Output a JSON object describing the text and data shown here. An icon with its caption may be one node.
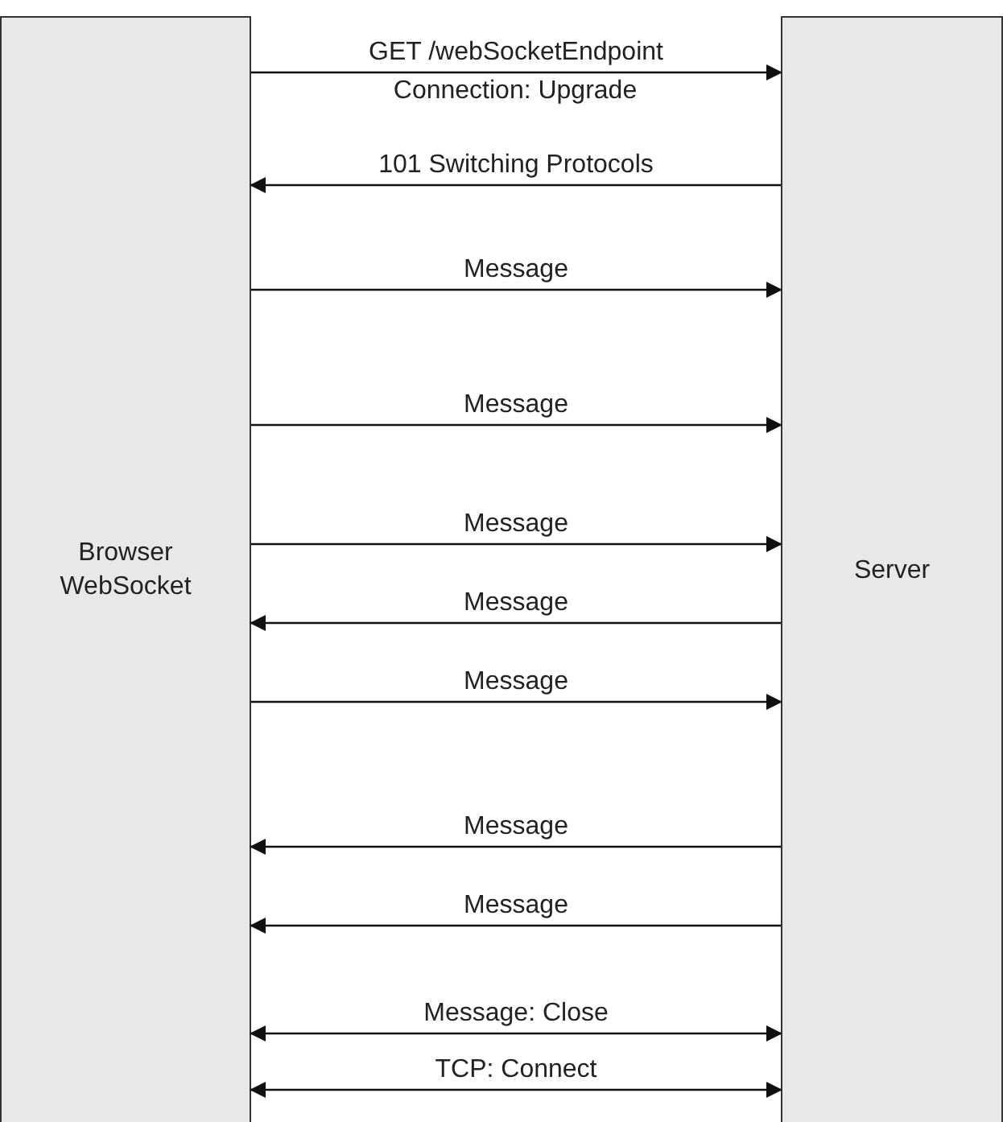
{
  "diagram": {
    "nodes": [
      {
        "text": [
          "Browser WebSocket"
        ]
      },
      {
        "text": [
          "Server"
        ]
      }
    ],
    "edges": [
      {
        "from": 0,
        "to": 1,
        "arrow": "to",
        "label": "GET /webSocketEndpoint"
      },
      {
        "from": 1,
        "to": 0,
        "arrow": "to",
        "label": "101 Switching Protocols"
      },
      {
        "from": 0,
        "to": 1,
        "arrow": "to",
        "label": "Message"
      },
      {
        "from": 0,
        "to": 1,
        "arrow": "to",
        "label": "Message"
      },
      {
        "from": 0,
        "to": 1,
        "arrow": "to",
        "label": "Message"
      },
      {
        "from": 1,
        "to": 0,
        "arrow": "to",
        "label": "Message"
      },
      {
        "from": 0,
        "to": 1,
        "arrow": "to",
        "label": "Message"
      },
      {
        "from": 1,
        "to": 0,
        "arrow": "to",
        "label": "Message"
      },
      {
        "from": 1,
        "to": 0,
        "arrow": "to",
        "label": "Message"
      },
      {
        "from": 0,
        "to": 1,
        "arrow": "both",
        "label": "Message: Close"
      },
      {
        "from": 0,
        "to": 1,
        "arrow": "both",
        "label": "TCP: Connect"
      }
    ],
    "labels": [
      "Connection: Upgrade"
    ]
  }
}
